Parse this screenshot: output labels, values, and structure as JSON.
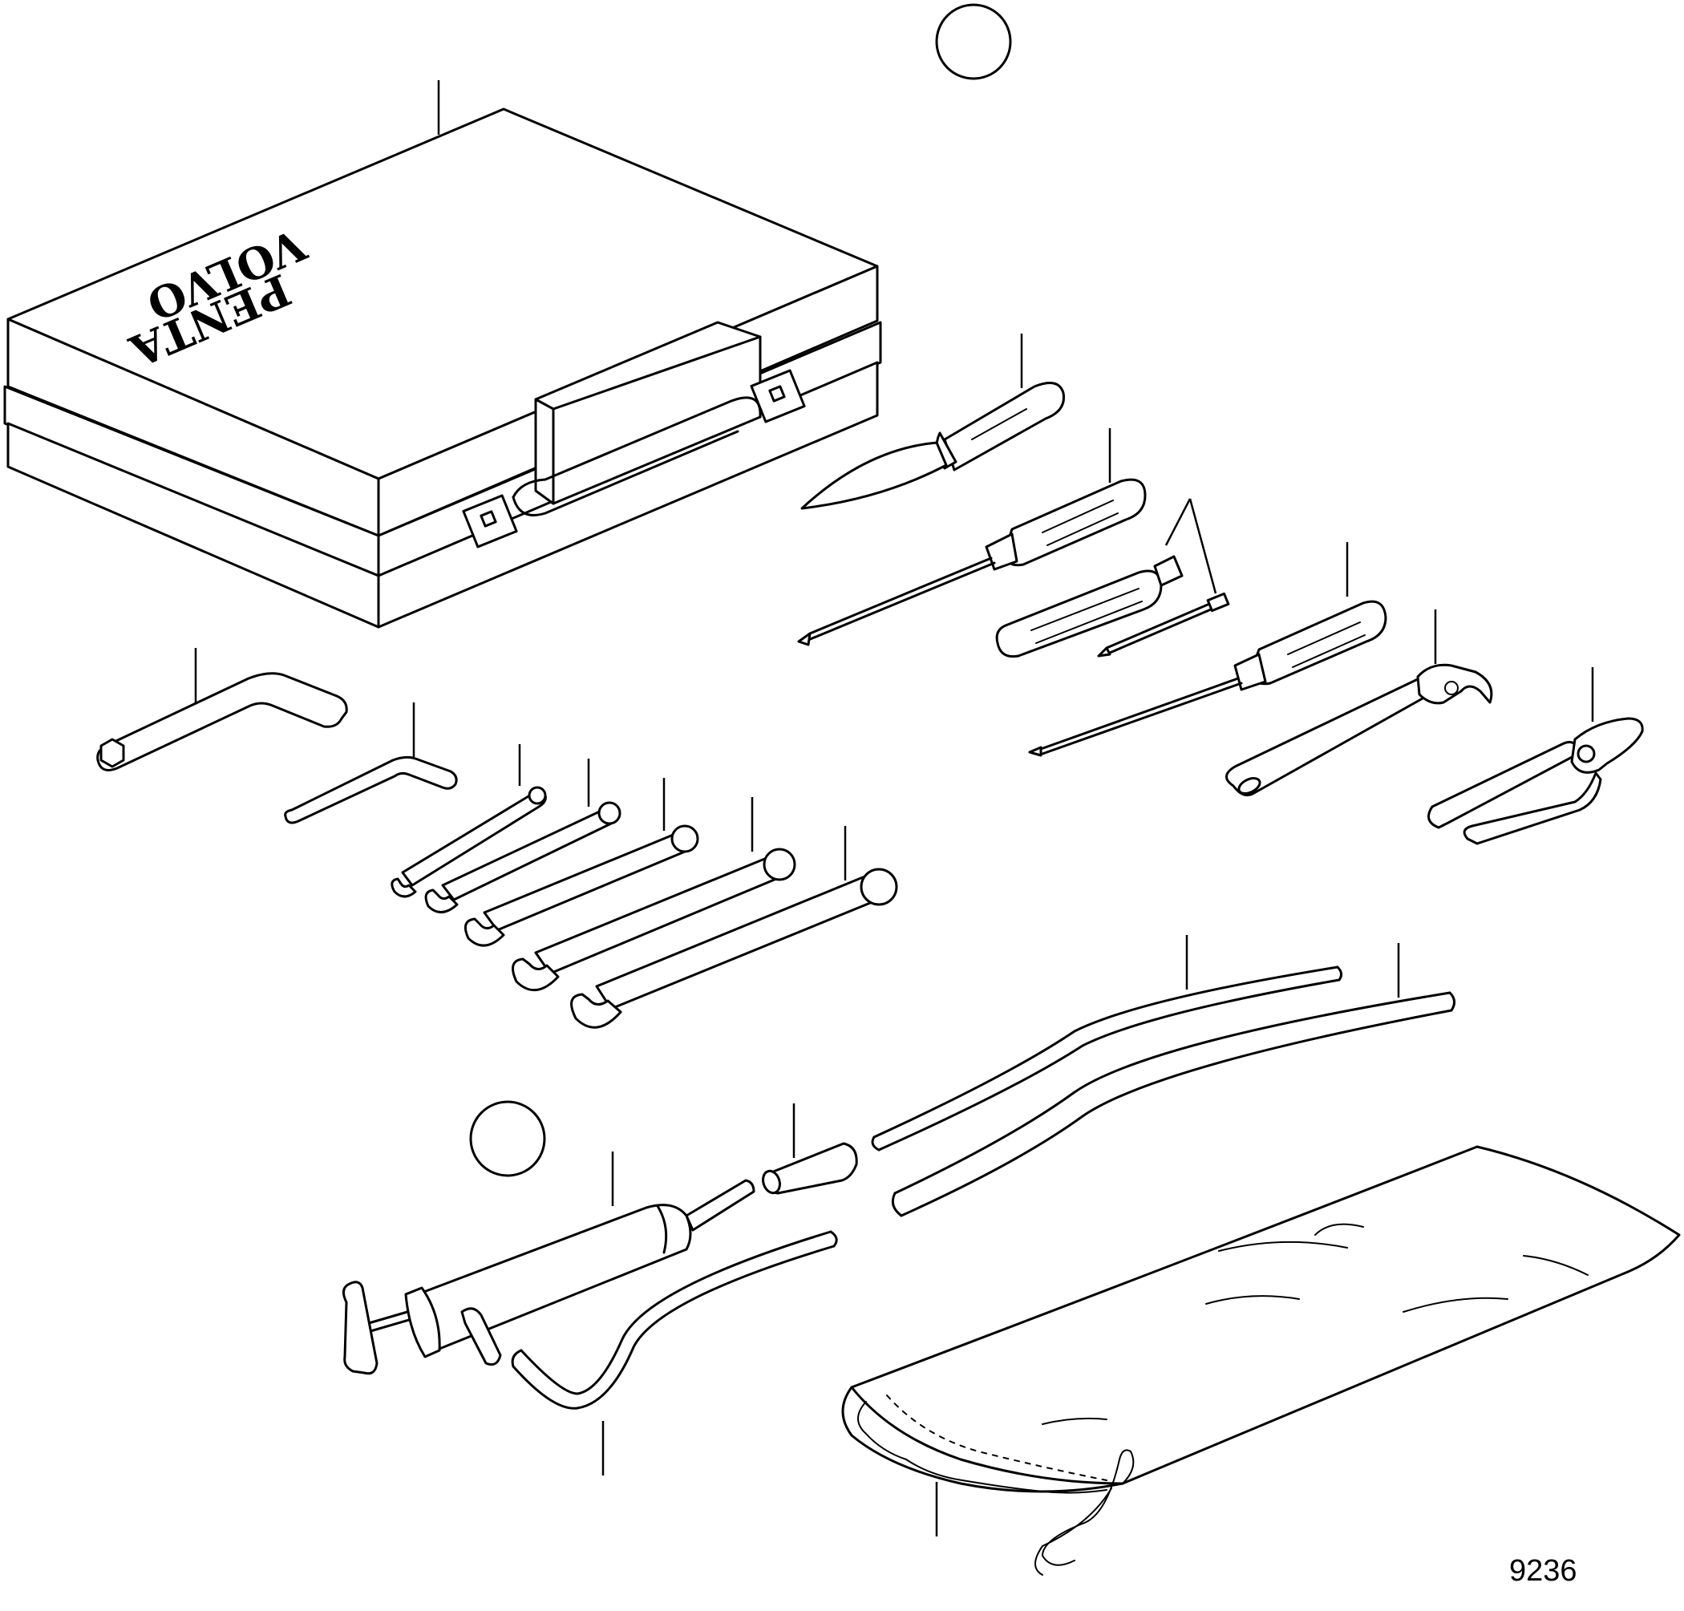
{
  "figure": {
    "number": "9236",
    "case_logo_line1": "VOLVO",
    "case_logo_line2": "PENTA"
  },
  "colors": {
    "line": "#000000",
    "background": "#ffffff"
  }
}
